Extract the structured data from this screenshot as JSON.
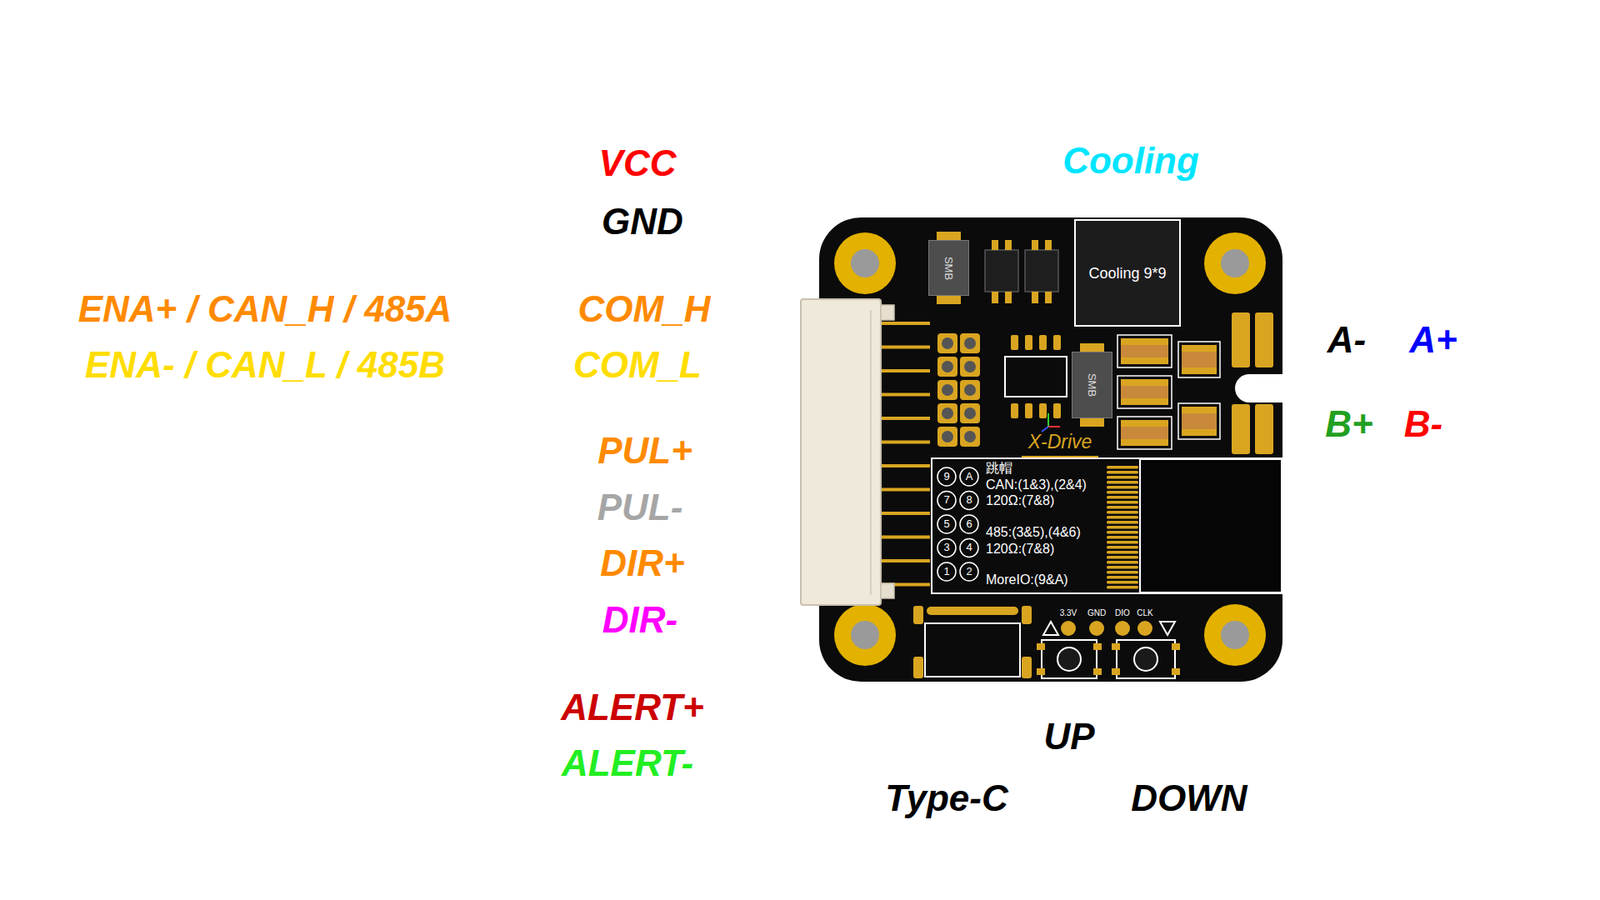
{
  "diagram": {
    "nodes": [
      {
        "text": [
          "Cooling 9*9"
        ]
      },
      {
        "text": [
          "SMB"
        ]
      },
      {
        "text": [
          "SMB"
        ]
      },
      {
        "text": [
          "跳帽",
          "CAN:(1&3),(2&4)",
          "120Ω:(7&8)",
          "485:(3&5),(4&6)",
          "120Ω:(7&8)",
          "MoreIO:(9&A)"
        ]
      }
    ],
    "edges": [],
    "labels": [
      "VCC",
      "GND",
      "ENA+ / CAN_H / 485A",
      "COM_H",
      "ENA- / CAN_L / 485B",
      "COM_L",
      "PUL+",
      "PUL-",
      "DIR+",
      "DIR-",
      "ALERT+",
      "ALERT-",
      "Cooling",
      "A-",
      "A+",
      "B+",
      "B-",
      "X-Drive",
      "9",
      "A",
      "7",
      "8",
      "5",
      "6",
      "3",
      "4",
      "1",
      "2",
      "3.3V",
      "GND",
      "DIO",
      "CLK",
      "UP",
      "Type-C",
      "DOWN"
    ]
  }
}
